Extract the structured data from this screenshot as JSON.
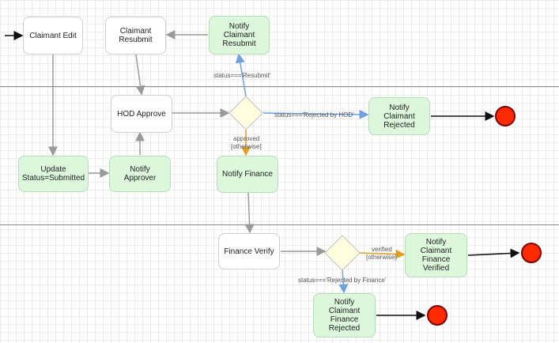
{
  "nodes": {
    "claimant_edit": "Claimant Edit",
    "claimant_resubmit": "Claimant\nResubmit",
    "notify_claimant_resubmit": "Notify\nClaimant\nResubmit",
    "hod_approve": "HOD Approve",
    "update_status": "Update\nStatus=Submitted",
    "notify_approver": "Notify\nApprover",
    "notify_claimant_rejected": "Notify\nClaimant\nRejected",
    "notify_finance": "Notify Finance",
    "finance_verify": "Finance Verify",
    "notify_claimant_finance_verified": "Notify\nClaimant\nFinance\nVerified",
    "notify_claimant_finance_rejected": "Notify\nClaimant\nFinance\nRejected"
  },
  "edge_labels": {
    "resubmit": "status==='Resubmit'",
    "rejected_by_hod": "status==='Rejected by HOD'",
    "approved": "approved",
    "approved_otherwise": "[otherwise]",
    "verified": "verified",
    "verified_otherwise": "[otherwise]",
    "rejected_by_finance": "status==='Rejected by Finance'"
  },
  "colors": {
    "task_fill": "#ffffff",
    "notify_fill": "#dcf7dc",
    "gateway_fill": "#ffffe0",
    "end_event": "#ff2a00",
    "edge": "#9a9a9a",
    "edge_blue": "#6fa0e0",
    "edge_orange": "#e0a020"
  }
}
